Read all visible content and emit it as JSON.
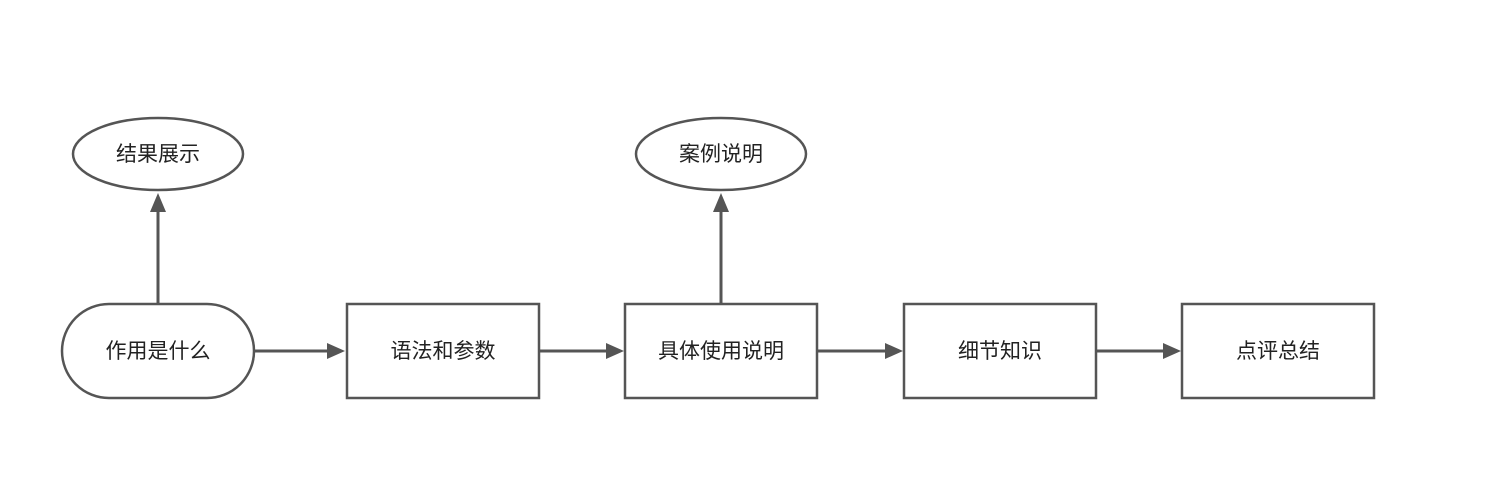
{
  "diagram": {
    "nodes": {
      "purpose": {
        "label": "作用是什么",
        "shape": "stadium"
      },
      "syntax": {
        "label": "语法和参数",
        "shape": "rectangle"
      },
      "usage": {
        "label": "具体使用说明",
        "shape": "rectangle"
      },
      "details": {
        "label": "细节知识",
        "shape": "rectangle"
      },
      "summary": {
        "label": "点评总结",
        "shape": "rectangle"
      },
      "result": {
        "label": "结果展示",
        "shape": "ellipse"
      },
      "case": {
        "label": "案例说明",
        "shape": "ellipse"
      }
    },
    "edges": [
      {
        "from": "purpose",
        "to": "syntax"
      },
      {
        "from": "syntax",
        "to": "usage"
      },
      {
        "from": "usage",
        "to": "details"
      },
      {
        "from": "details",
        "to": "summary"
      },
      {
        "from": "purpose",
        "to": "result"
      },
      {
        "from": "usage",
        "to": "case"
      }
    ],
    "colors": {
      "stroke": "#555555",
      "fill": "#ffffff",
      "text": "#222222"
    }
  }
}
